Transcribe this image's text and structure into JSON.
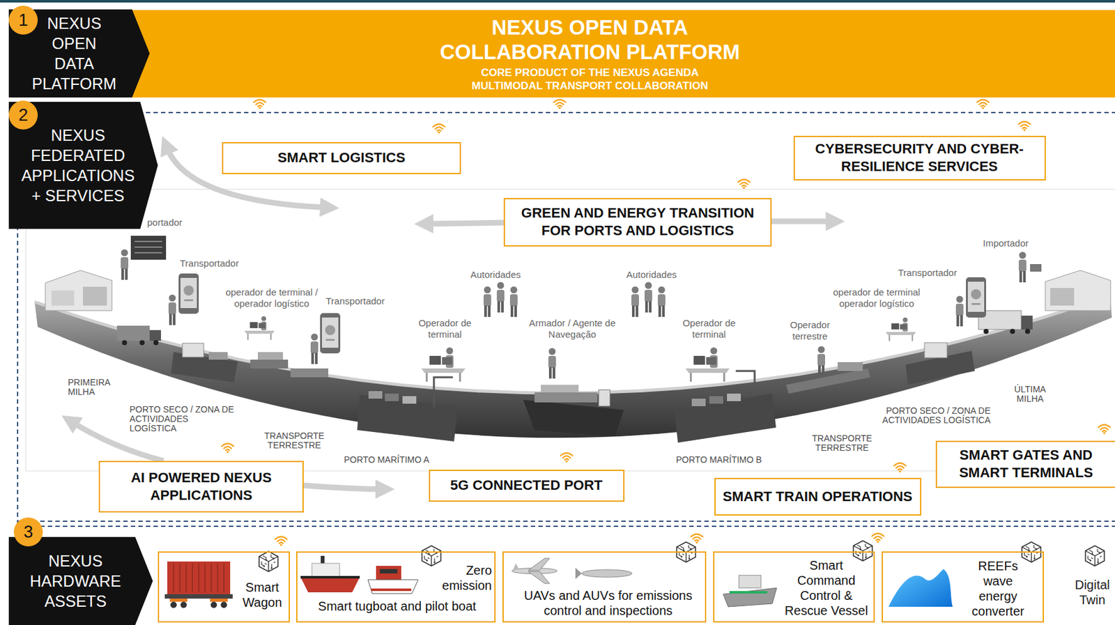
{
  "diagram": {
    "nodes": [
      {
        "text": [
          "NEXUS OPEN DATA PLATFORM"
        ]
      },
      {
        "text": [
          "NEXUS OPEN DATA COLLABORATION PLATFORM",
          "CORE PRODUCT OF THE NEXUS AGENDA MULTIMODAL TRANSPORT COLLABORATION"
        ]
      },
      {
        "text": [
          "NEXUS FEDERATED APPLICATIONS + SERVICES"
        ]
      },
      {
        "text": [
          "SMART LOGISTICS"
        ]
      },
      {
        "text": [
          "CYBERSECURITY AND CYBER-RESILIENCE SERVICES"
        ]
      },
      {
        "text": [
          "GREEN AND ENERGY TRANSITION FOR PORTS AND LOGISTICS"
        ]
      },
      {
        "text": [
          "AI POWERED NEXUS APPLICATIONS"
        ]
      },
      {
        "text": [
          "5G CONNECTED PORT"
        ]
      },
      {
        "text": [
          "SMART TRAIN OPERATIONS"
        ]
      },
      {
        "text": [
          "SMART GATES AND SMART TERMINALS"
        ]
      },
      {
        "text": [
          "NEXUS HARDWARE ASSETS"
        ]
      },
      {
        "text": [
          "Smart Wagon"
        ]
      },
      {
        "text": [
          "Zero emission",
          "Smart tugboat and pilot boat"
        ]
      },
      {
        "text": [
          "UAVs and AUVs for emissions control and inspections"
        ]
      },
      {
        "text": [
          "Smart Command Control & Rescue Vessel"
        ]
      },
      {
        "text": [
          "REEFs wave energy converter"
        ]
      }
    ],
    "labels": [
      "1",
      "2",
      "3",
      "portador",
      "Transportador",
      "operador de terminal / operador logístico",
      "Transportador",
      "Autoridades",
      "Operador de terminal",
      "Armador / Agente de Navegação",
      "Autoridades",
      "Operador de terminal",
      "Operador terrestre",
      "operador de terminal operador logístico",
      "Transportador",
      "Importador",
      "PRIMEIRA MILHA",
      "PORTO SECO / ZONA DE ACTIVIDADES LOGÍSTICA",
      "TRANSPORTE TERRESTRE",
      "PORTO MARÍTIMO A",
      "PORTO MARÍTIMO B",
      "TRANSPORTE TERRESTRE",
      "PORTO SECO / ZONA DE ACTIVIDADES LOGÍSTICA",
      "ÚLTIMA MILHA",
      "Digital Twin"
    ]
  }
}
